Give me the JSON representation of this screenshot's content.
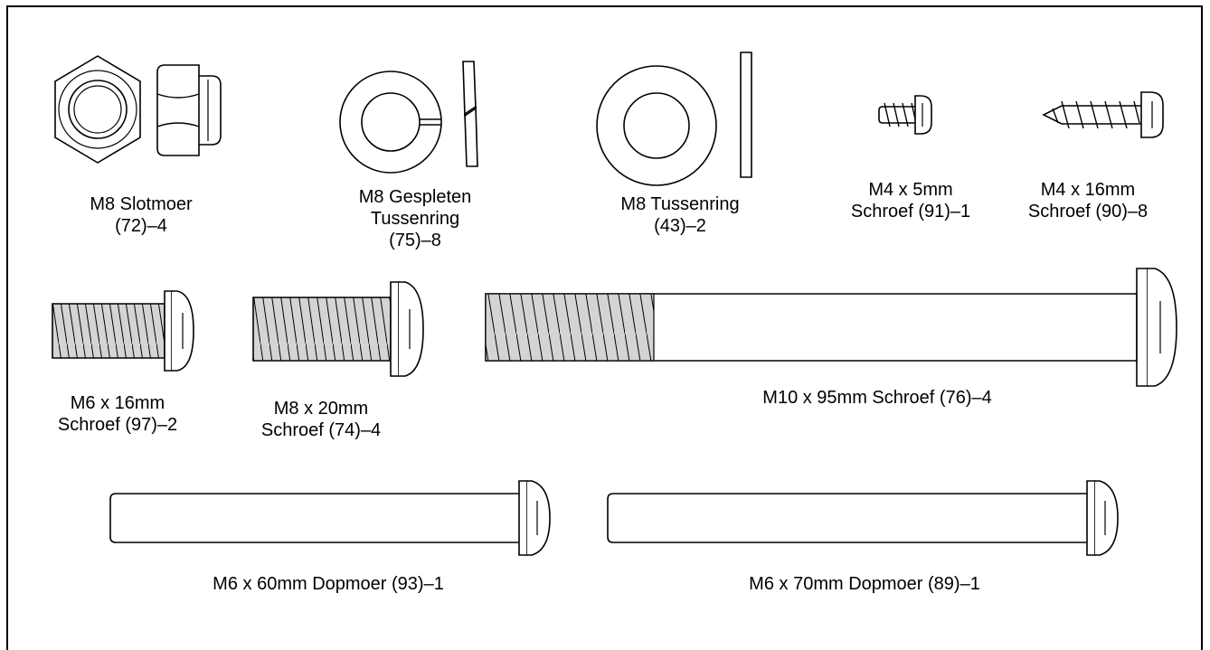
{
  "parts": {
    "lock_nut": {
      "line1": "M8 Slotmoer",
      "line2": "(72)–4"
    },
    "split_washer": {
      "line1": "M8 Gespleten",
      "line2": "Tussenring",
      "line3": "(75)–8"
    },
    "washer": {
      "line1": "M8 Tussenring",
      "line2": "(43)–2"
    },
    "screw_m4_5": {
      "line1": "M4 x 5mm",
      "line2": "Schroef (91)–1"
    },
    "screw_m4_16": {
      "line1": "M4 x 16mm",
      "line2": "Schroef (90)–8"
    },
    "screw_m6_16": {
      "line1": "M6 x 16mm",
      "line2": "Schroef (97)–2"
    },
    "screw_m8_20": {
      "line1": "M8 x 20mm",
      "line2": "Schroef (74)–4"
    },
    "screw_m10_95": {
      "line1": "M10 x 95mm Schroef (76)–4"
    },
    "bolt_m6_60": {
      "line1": "M6 x 60mm Dopmoer (93)–1"
    },
    "bolt_m6_70": {
      "line1": "M6 x 70mm Dopmoer (89)–1"
    }
  }
}
